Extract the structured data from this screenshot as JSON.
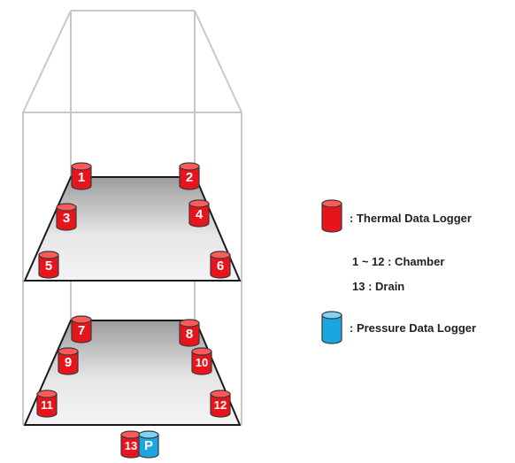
{
  "loggers": [
    {
      "label": "1",
      "kind": "thermal"
    },
    {
      "label": "2",
      "kind": "thermal"
    },
    {
      "label": "3",
      "kind": "thermal"
    },
    {
      "label": "4",
      "kind": "thermal"
    },
    {
      "label": "5",
      "kind": "thermal"
    },
    {
      "label": "6",
      "kind": "thermal"
    },
    {
      "label": "7",
      "kind": "thermal"
    },
    {
      "label": "8",
      "kind": "thermal"
    },
    {
      "label": "9",
      "kind": "thermal"
    },
    {
      "label": "10",
      "kind": "thermal"
    },
    {
      "label": "11",
      "kind": "thermal"
    },
    {
      "label": "12",
      "kind": "thermal"
    },
    {
      "label": "13",
      "kind": "thermal"
    },
    {
      "label": "P",
      "kind": "pressure"
    }
  ],
  "legend": {
    "thermal_label": ": Thermal Data Logger",
    "chamber_range": "1 ~ 12 : Chamber",
    "drain_note": "13 : Drain",
    "pressure_label": ": Pressure Data Logger"
  },
  "colors": {
    "thermal_body": "#e8141c",
    "thermal_top": "#ff5a5a",
    "pressure_body": "#1aa6e0",
    "pressure_top": "#7fd4f4",
    "outline": "#3a3a3a",
    "box_edge": "#c8c8c8"
  }
}
